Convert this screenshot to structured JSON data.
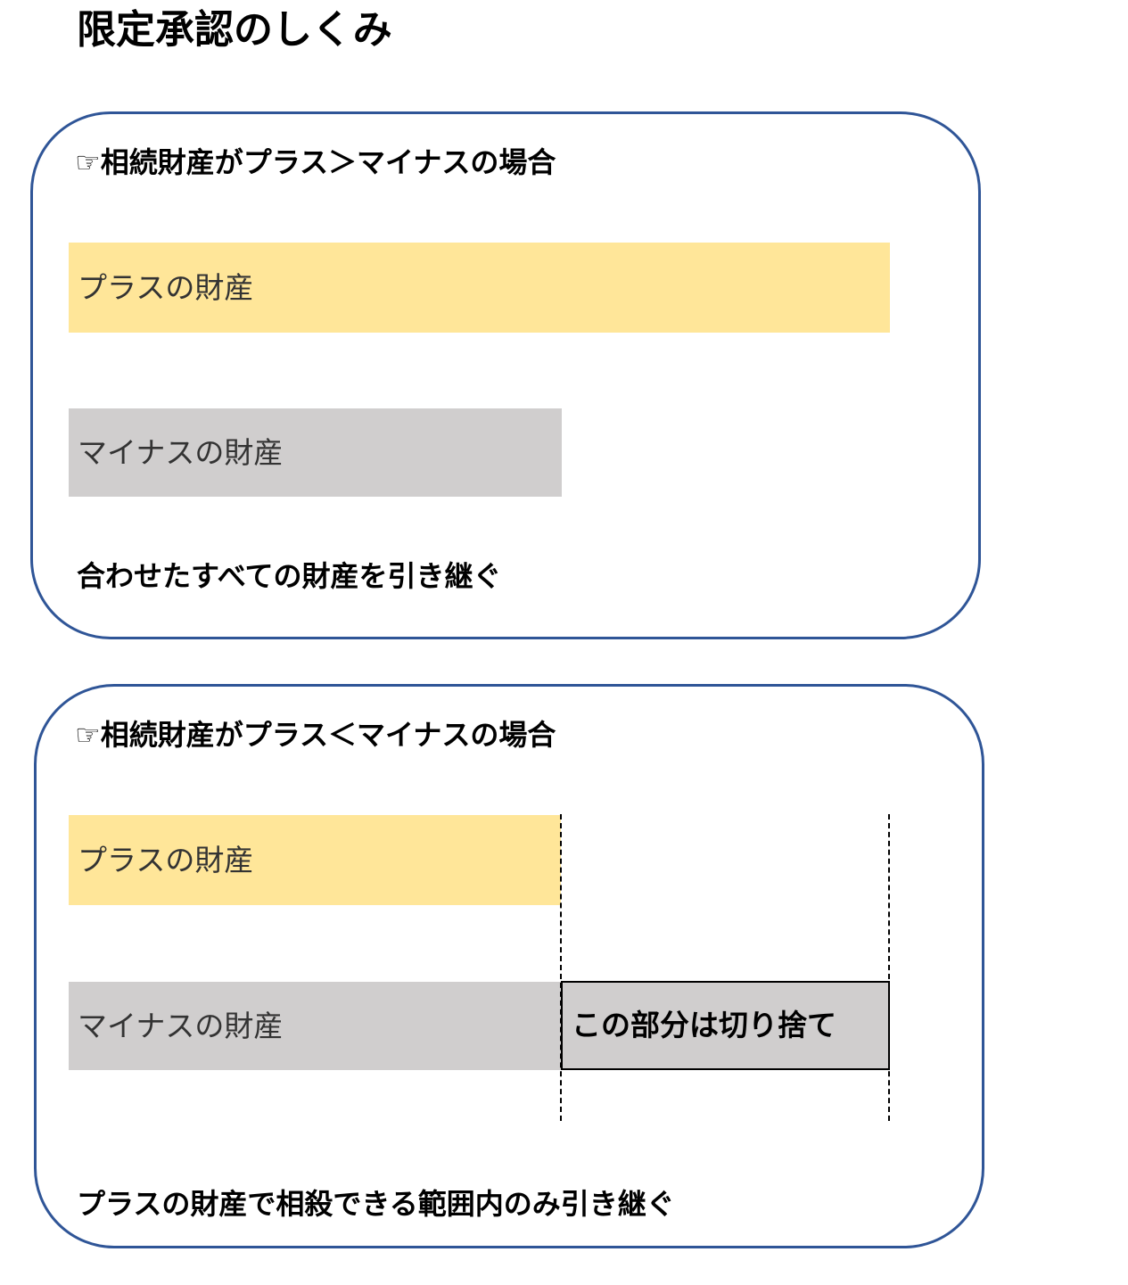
{
  "title": "限定承認のしくみ",
  "colors": {
    "panel_border": "#2f5597",
    "plus_fill": "#ffe699",
    "minus_fill": "#d0cece"
  },
  "panels": [
    {
      "heading": "☞相続財産がプラス＞マイナスの場合",
      "plus_label": "プラスの財産",
      "minus_label": "マイナスの財産",
      "conclusion": "合わせたすべての財産を引き継ぐ"
    },
    {
      "heading": "☞相続財産がプラス＜マイナスの場合",
      "plus_label": "プラスの財産",
      "minus_label": "マイナスの財産",
      "cutoff_label": "この部分は切り捨て",
      "conclusion": "プラスの財産で相殺できる範囲内のみ引き継ぐ"
    }
  ]
}
